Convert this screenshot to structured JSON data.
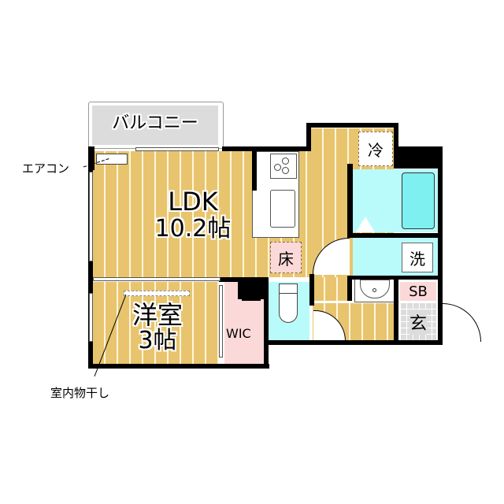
{
  "floorplan": {
    "rooms": {
      "balcony": {
        "label": "バルコニー"
      },
      "ldk": {
        "name": "LDK",
        "size": "10.2帖"
      },
      "western_room": {
        "name": "洋室",
        "size": "3帖"
      },
      "wic": {
        "label": "WIC"
      },
      "fridge": {
        "label": "冷"
      },
      "floor_storage": {
        "label": "床"
      },
      "washer": {
        "label": "洗"
      },
      "shoe_box": {
        "label": "SB"
      },
      "entrance": {
        "label": "玄"
      }
    },
    "annotations": {
      "aircon": "エアコン",
      "indoor_drying": "室内物干し"
    },
    "colors": {
      "wood_floor": "#e8c46e",
      "wet_area": "#b9fbfb",
      "closet": "#fbd9d9",
      "balcony": "#dcdcdc",
      "entrance_tile": "#dcdcdc",
      "wall": "#000000"
    }
  }
}
